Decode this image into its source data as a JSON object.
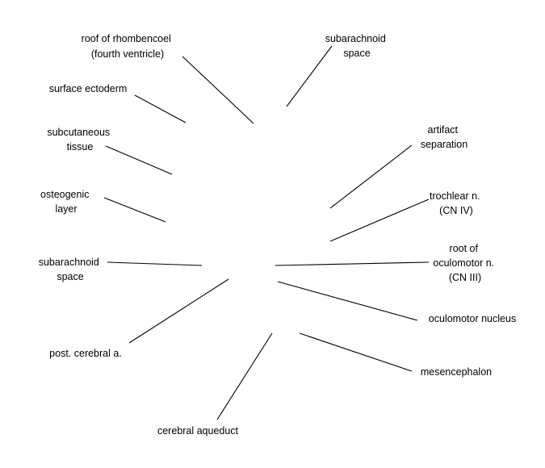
{
  "labels": {
    "roof_line1": "roof of rhombencoel",
    "roof_line2": "(fourth ventricle)",
    "subarachnoid_top_line1": "subarachnoid",
    "subarachnoid_top_line2": "space",
    "surface_ectoderm": "surface ectoderm",
    "subcutaneous_line1": "subcutaneous",
    "subcutaneous_line2": "tissue",
    "artifact_line1": "artifact",
    "artifact_line2": "separation",
    "osteogenic_line1": "osteogenic",
    "osteogenic_line2": "layer",
    "trochlear_line1": "trochlear n.",
    "trochlear_line2": "(CN IV)",
    "subarachnoid_left_line1": "subarachnoid",
    "subarachnoid_left_line2": "space",
    "root_line1": "root of",
    "root_line2": "oculomotor n.",
    "root_line3": "(CN III)",
    "oculomotor_nucleus": "oculomotor nucleus",
    "post_cerebral": "post. cerebral a.",
    "mesencephalon": "mesencephalon",
    "cerebral_aqueduct": "cerebral aqueduct"
  }
}
